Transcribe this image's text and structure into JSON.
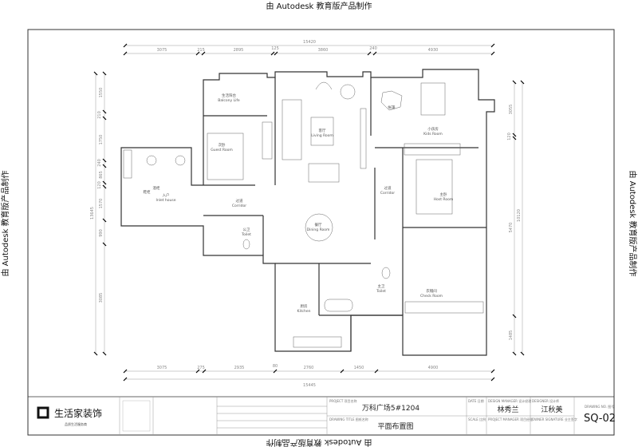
{
  "watermark": "由 Autodesk 教育版产品制作",
  "dimensions": {
    "top_total": "15420",
    "top_segments": [
      "3075",
      "215",
      "2895",
      "125",
      "3860",
      "240",
      "4930"
    ],
    "bottom_segments": [
      "3075",
      "275",
      "2935",
      "80",
      "2760",
      "1450",
      "4900"
    ],
    "bottom_total": "15445",
    "left_total": "13645",
    "left_segments": [
      "1550",
      "210",
      "1750",
      "240",
      "865",
      "120",
      "1570",
      "990",
      "3085"
    ],
    "right_total": "10120",
    "right_segments": [
      "3055",
      "120",
      "5470",
      "1485"
    ]
  },
  "rooms": [
    {
      "cn": "生活阳台",
      "en": "Balcony Life"
    },
    {
      "cn": "次卧",
      "en": "Guest Room"
    },
    {
      "cn": "客厅",
      "en": "Living Room"
    },
    {
      "cn": "入户",
      "en": "Inlet house"
    },
    {
      "cn": "过道",
      "en": "Corridor"
    },
    {
      "cn": "公卫",
      "en": "Toilet"
    },
    {
      "cn": "餐厅",
      "en": "Dining Room"
    },
    {
      "cn": "小孩房",
      "en": "Kids Room"
    },
    {
      "cn": "过道",
      "en": "Corridor"
    },
    {
      "cn": "主卧",
      "en": "Host Room"
    },
    {
      "cn": "衣帽间",
      "en": "Check Room"
    },
    {
      "cn": "主卫",
      "en": "Toilet"
    },
    {
      "cn": "厨房",
      "en": "Kitchen"
    }
  ],
  "fixtures": {
    "shoe_cabinet": "鞋柜",
    "wine_cabinet": "酒柜",
    "umbrella": "帐篷"
  },
  "title_block": {
    "company": "生活家装饰",
    "slogan": "品质生活服务商",
    "project_label": "PROJECT 项目名称",
    "project": "万科广场5#1204",
    "drawing_title_label": "DRAWING TITLE 图纸名称",
    "drawing_title": "平面布置图",
    "date_label": "DATE 日期",
    "scale_label": "SCALE 比例",
    "design_manager_label": "DESIGN MANAGER 设计经理",
    "design_manager": "林秀兰",
    "project_manager_label": "PROJECT MANAGER 项目经理",
    "designer_label": "DESIGNER 设计师",
    "designer": "江秋美",
    "owner_signature_label": "OWNER SIGNATURE 业主签字",
    "drawing_no_label": "DRAWING NO. 图号",
    "drawing_no": "SQ-02"
  }
}
